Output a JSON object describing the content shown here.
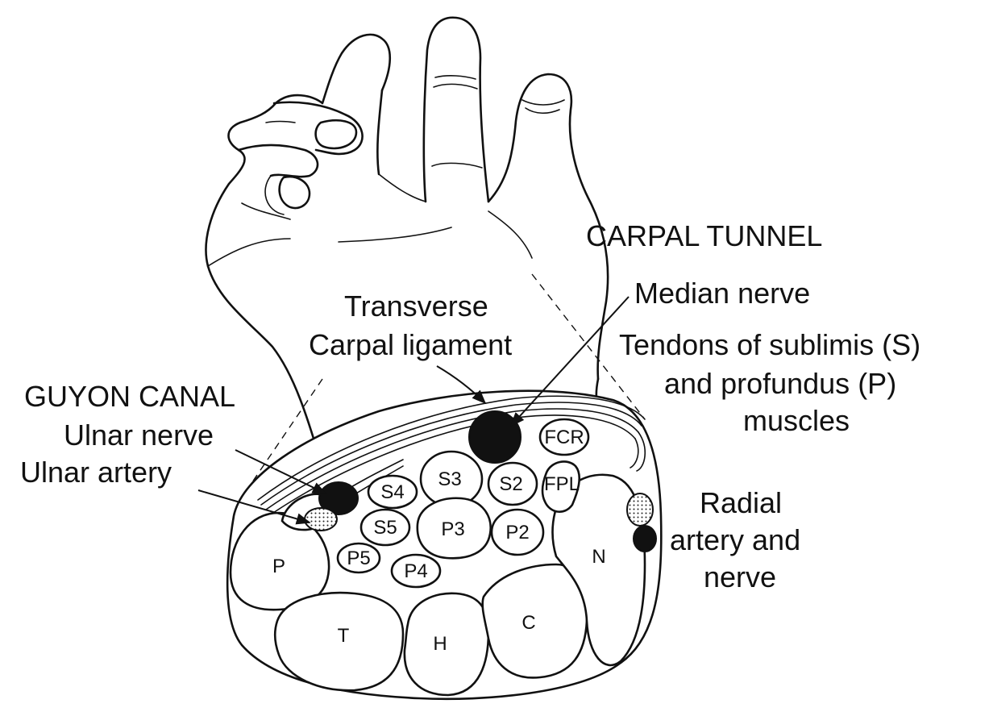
{
  "labels": {
    "carpal_tunnel": "CARPAL TUNNEL",
    "median_nerve": "Median nerve",
    "transverse_line1": "Transverse",
    "transverse_line2": "Carpal ligament",
    "tendons_line1": "Tendons of sublimis (S)",
    "tendons_line2": "and profundus (P)",
    "tendons_line3": "muscles",
    "guyon_canal": "GUYON CANAL",
    "ulnar_nerve": "Ulnar nerve",
    "ulnar_artery": "Ulnar artery",
    "radial_line1": "Radial",
    "radial_line2": "artery and",
    "radial_line3": "nerve"
  },
  "structures": {
    "s4": "S4",
    "s3": "S3",
    "s2": "S2",
    "fpl": "FPL",
    "fcr": "FCR",
    "s5": "S5",
    "p3": "P3",
    "p2": "P2",
    "p5": "P5",
    "p4": "P4"
  },
  "bones": {
    "p": "P",
    "t": "T",
    "h": "H",
    "c": "C",
    "n": "N"
  }
}
